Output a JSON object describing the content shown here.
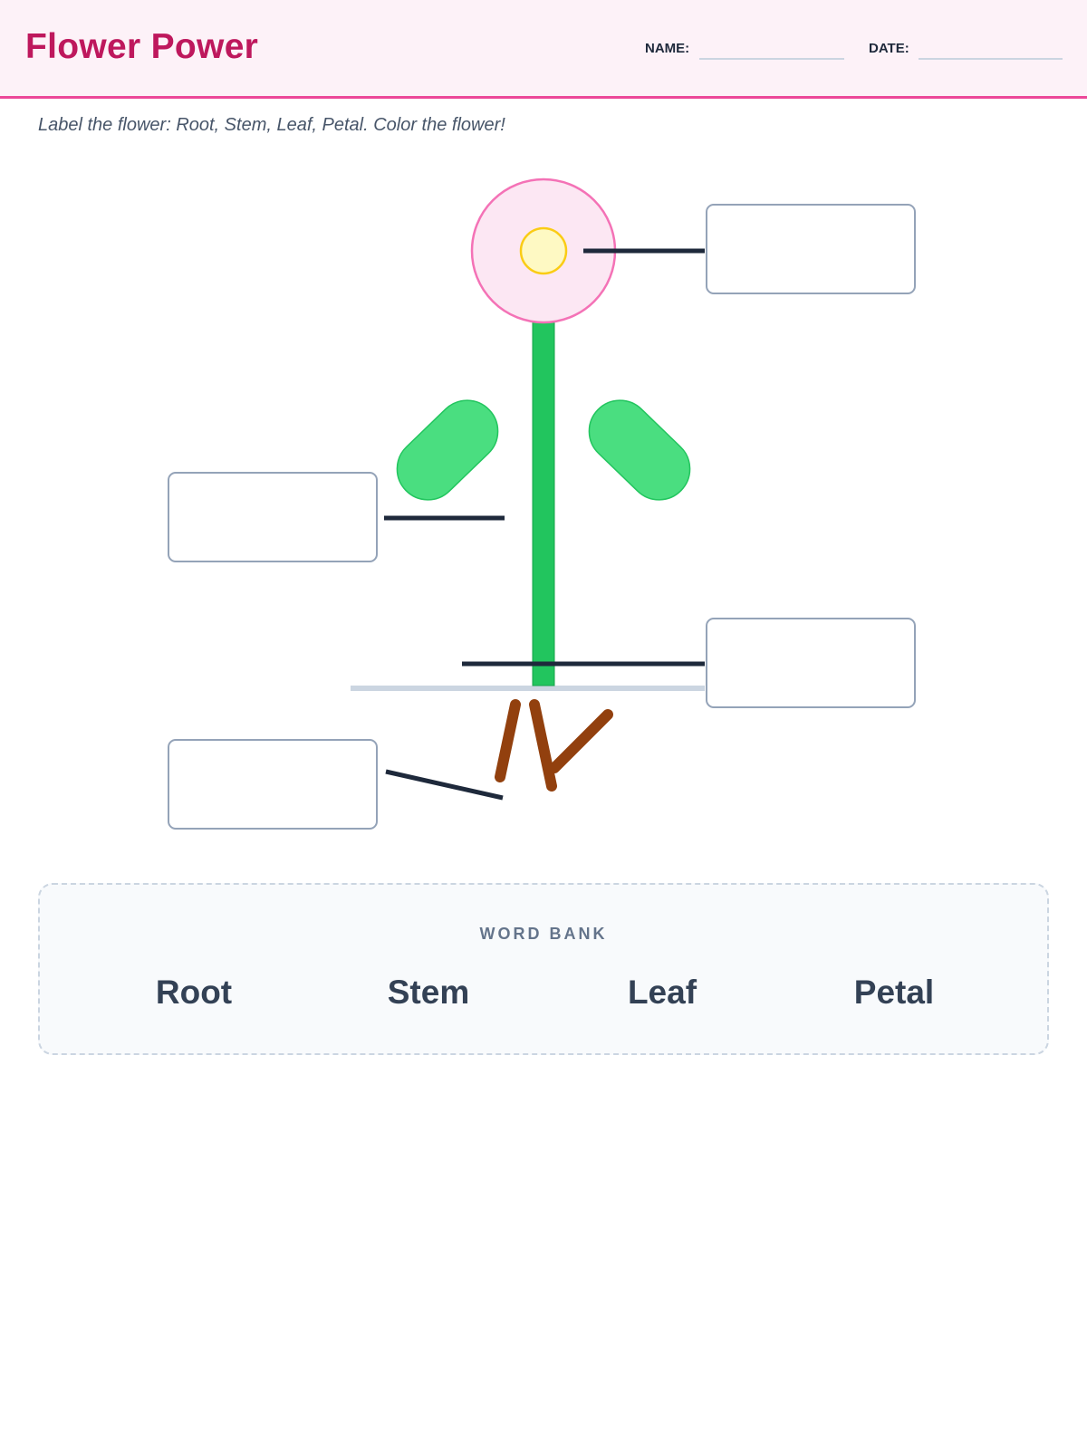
{
  "header": {
    "title": "Flower Power",
    "name_label": "NAME:",
    "date_label": "DATE:"
  },
  "instructions": "Label the flower: Root, Stem, Leaf, Petal. Color the flower!",
  "word_bank": {
    "title": "WORD BANK",
    "words": [
      "Root",
      "Stem",
      "Leaf",
      "Petal"
    ]
  },
  "colors": {
    "accent": "#be185d",
    "petal": "#fce7f3",
    "center": "#fef9c3",
    "stem": "#22c55e",
    "leaf": "#4ade80",
    "root": "#92400e"
  }
}
